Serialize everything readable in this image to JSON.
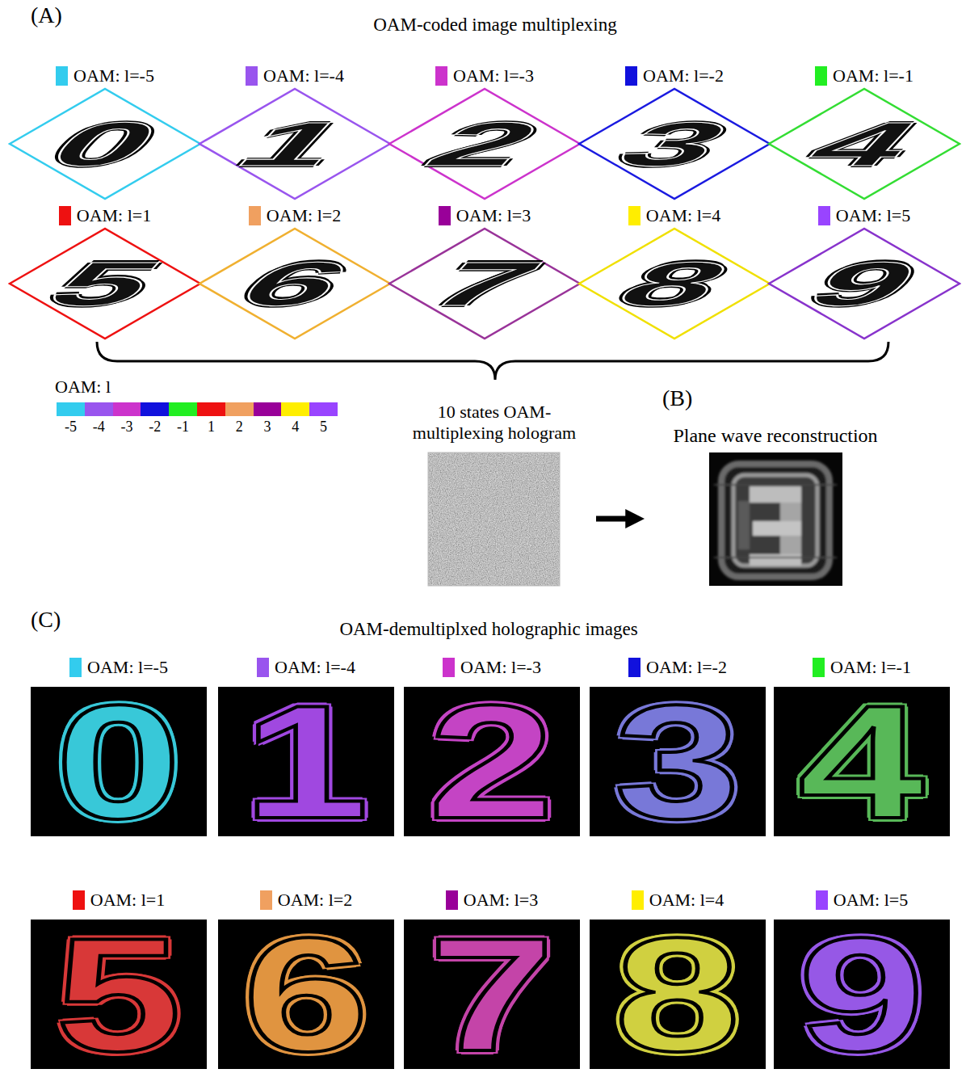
{
  "diagram": {
    "nodes": [
      {
        "text": [
          "OAM: l=-5",
          "0"
        ]
      },
      {
        "text": [
          "OAM: l=-4",
          "1"
        ]
      },
      {
        "text": [
          "OAM: l=-3",
          "2"
        ]
      },
      {
        "text": [
          "OAM: l=-2",
          "3"
        ]
      },
      {
        "text": [
          "OAM: l=-1",
          "4"
        ]
      },
      {
        "text": [
          "OAM: l=1",
          "5"
        ]
      },
      {
        "text": [
          "OAM: l=2",
          "6"
        ]
      },
      {
        "text": [
          "OAM: l=3",
          "7"
        ]
      },
      {
        "text": [
          "OAM: l=4",
          "8"
        ]
      },
      {
        "text": [
          "OAM: l=5",
          "9"
        ]
      },
      {
        "text": [
          "10 states OAM-multiplexing hologram"
        ]
      },
      {
        "text": [
          "Plane wave reconstruction"
        ]
      },
      {
        "text": [
          "OAM: l=-5",
          "0"
        ]
      },
      {
        "text": [
          "OAM: l=-4",
          "1"
        ]
      },
      {
        "text": [
          "OAM: l=-3",
          "2"
        ]
      },
      {
        "text": [
          "OAM: l=-2",
          "3"
        ]
      },
      {
        "text": [
          "OAM: l=-1",
          "4"
        ]
      },
      {
        "text": [
          "OAM: l=1",
          "5"
        ]
      },
      {
        "text": [
          "OAM: l=2",
          "6"
        ]
      },
      {
        "text": [
          "OAM: l=3",
          "7"
        ]
      },
      {
        "text": [
          "OAM: l=4",
          "8"
        ]
      },
      {
        "text": [
          "OAM: l=5",
          "9"
        ]
      }
    ],
    "edges": [
      {
        "from": 10,
        "to": 11,
        "arrow": "to"
      }
    ],
    "labels": [
      "(A)",
      "OAM-coded image multiplexing",
      "OAM: l",
      "(B)",
      "(C)",
      "OAM-demultiplxed holographic images"
    ],
    "legend": [
      {
        "text": "-5",
        "color": "#33ccee"
      },
      {
        "text": "-4",
        "color": "#9955ee"
      },
      {
        "text": "-3",
        "color": "#cc33cc"
      },
      {
        "text": "-2",
        "color": "#1111dd"
      },
      {
        "text": "-1",
        "color": "#22ee22"
      },
      {
        "text": "1",
        "color": "#ee1111"
      },
      {
        "text": "2",
        "color": "#f0a060"
      },
      {
        "text": "3",
        "color": "#990099"
      },
      {
        "text": "4",
        "color": "#ffee00"
      },
      {
        "text": "5",
        "color": "#9944ff"
      }
    ]
  }
}
